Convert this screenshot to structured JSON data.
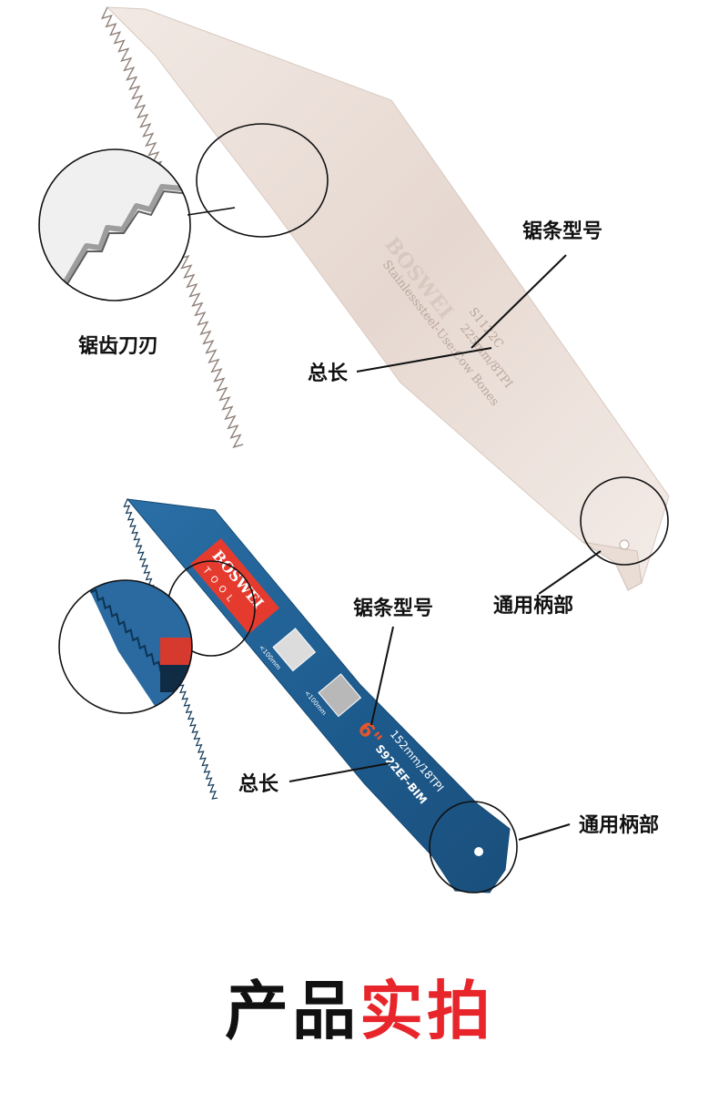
{
  "blade1": {
    "brand": "BOSWEI",
    "model": "S1122C",
    "spec": "225mm/8TPI",
    "material_use": "Stainlesssteel-Use:Cow Bones",
    "labels": {
      "teeth": "锯齿刀刃",
      "model": "锯条型号",
      "length": "总长",
      "shank": "通用柄部"
    }
  },
  "blade2": {
    "brand": "BOSWEI",
    "brand_sub": "TOOL",
    "size_inch": "6\"",
    "spec": "152mm/18TPI",
    "model": "S922EF-BIM",
    "max_cut_1": "<100mm",
    "max_cut_2": "<100mm",
    "labels": {
      "model": "锯条型号",
      "length": "总长",
      "shank": "通用柄部"
    }
  },
  "title": {
    "part1": "产品",
    "part2": "实拍"
  },
  "colors": {
    "accent_red": "#e8252a",
    "blade2_blue": "#1f5f93",
    "blade1_silver": "#e8dcd4"
  }
}
